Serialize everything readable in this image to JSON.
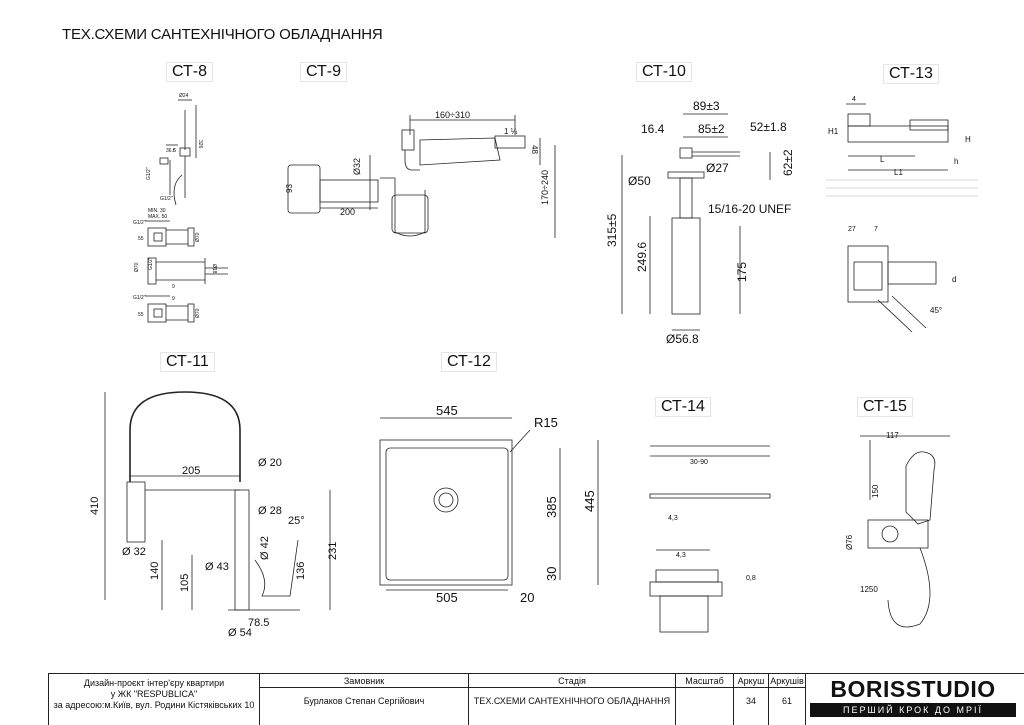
{
  "title": "ТЕХ.СХЕМИ САНТЕХНІЧНОГО ОБЛАДНАННЯ",
  "labels": {
    "ct8": "СТ-8",
    "ct9": "СТ-9",
    "ct10": "СТ-10",
    "ct13": "СТ-13",
    "ct11": "СТ-11",
    "ct12": "СТ-12",
    "ct14": "СТ-14",
    "ct15": "СТ-15"
  },
  "ct8": {
    "d24": "Ø24",
    "v326": "326",
    "v6": "6",
    "v36": "36.5",
    "g12a": "G1/2\"",
    "g12b": "G1/2\"",
    "min": "MIN. 30",
    "max": "MAX. 50",
    "g1": "G1/2\"",
    "g2": "G1/2\"",
    "g3": "G1/2\"",
    "v55a": "55",
    "v55b": "55",
    "d70a": "Ø70",
    "d70b": "Ø70",
    "d70c": "Ø70",
    "v9a": "9",
    "v9b": "9",
    "d18": "Ø18"
  },
  "ct9": {
    "r160": "160÷310",
    "d32": "Ø32",
    "v93": "93",
    "v200": "200",
    "v48": "48",
    "r170": "170÷240",
    "t14": "1 ¼"
  },
  "ct10": {
    "v89": "89±3",
    "v164": "16.4",
    "v85": "85±2",
    "v52": "52±1.8",
    "d27": "Ø27",
    "v62": "62±2",
    "d50": "Ø50",
    "unef": "15/16-20 UNEF",
    "v315": "315±5",
    "v2496": "249.6",
    "v175": "175",
    "d568": "Ø56.8"
  },
  "ct13": {
    "v4": "4",
    "h1": "H1",
    "h": "H",
    "l": "L",
    "hl": "h",
    "l1": "L1",
    "v27": "27",
    "v7": "7",
    "d": "d",
    "a45": "45°"
  },
  "ct11": {
    "v410": "410",
    "v205": "205",
    "d20": "Ø 20",
    "d28": "Ø 28",
    "a25": "25°",
    "d42": "Ø 42",
    "v231": "231",
    "d32": "Ø 32",
    "v140": "140",
    "v105": "105",
    "d43": "Ø 43",
    "v136": "136",
    "v785": "78.5",
    "d54": "Ø 54"
  },
  "ct12": {
    "v545": "545",
    "r15": "R15",
    "v385": "385",
    "v445": "445",
    "v30": "30",
    "v505": "505",
    "v20": "20"
  },
  "ct14": {
    "r3090": "30-90",
    "v43a": "4,3",
    "v43b": "4,3",
    "v08": "0,8"
  },
  "ct15": {
    "v117": "117",
    "v150": "150",
    "d76": "Ø76",
    "v1250": "1250"
  },
  "stamp": {
    "project1": "Дизайн-проєкт інтер'єру квартири",
    "project2": "у ЖК \"RESPUBLICA\"",
    "project3": "за адресою:м.Київ, вул. Родини Кістяківських 10",
    "customer_h": "Замовник",
    "customer": "Бурлаков Степан Сергійович",
    "stage_h": "Стадія",
    "stage": "ТЕХ.СХЕМИ САНТЕХНІЧНОГО ОБЛАДНАННЯ",
    "scale_h": "Масштаб",
    "sheet_h": "Аркуш",
    "sheets_h": "Аркушів",
    "sheet": "34",
    "sheets": "61",
    "brand": "BORISSTUDIO",
    "tagline": "ПЕРШИЙ КРОК ДО МРІЇ"
  }
}
